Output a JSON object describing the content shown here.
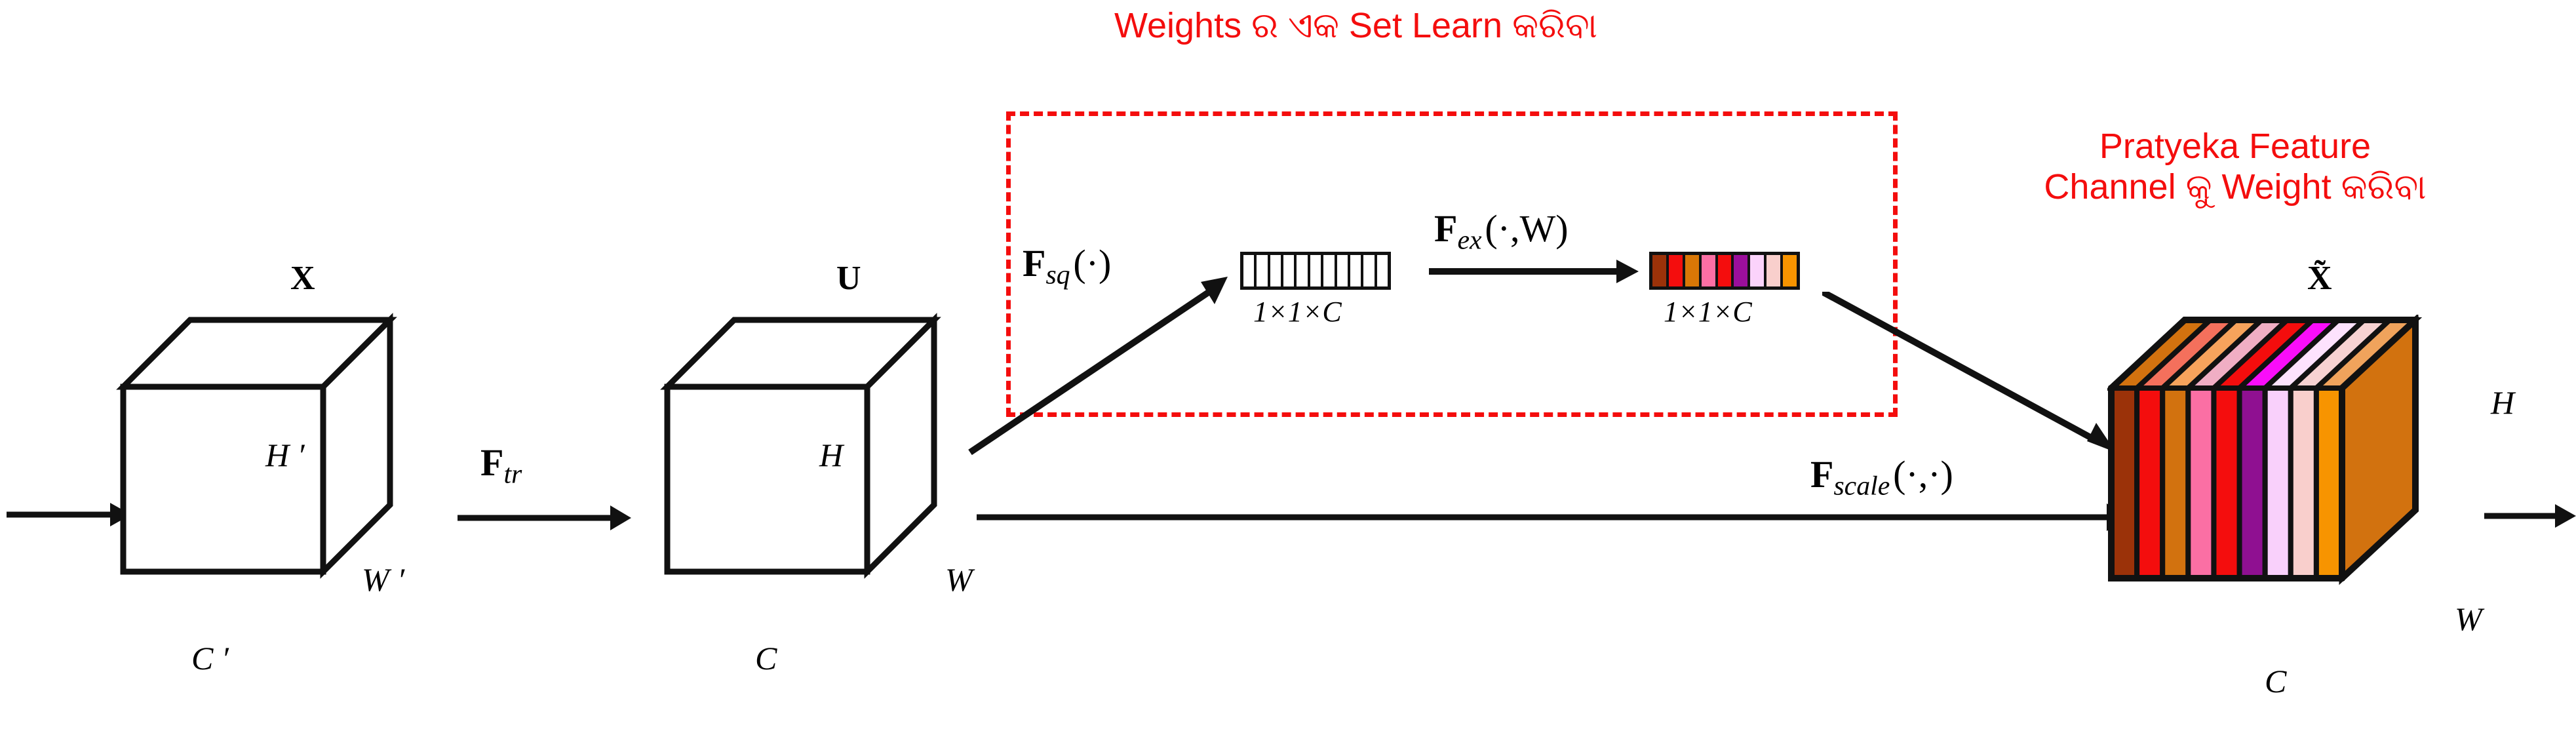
{
  "diagram": {
    "title_annotation_top": "Weights ର ଏକ Set Learn କରିବା",
    "annotation_right_line1": "Pratyeka Feature",
    "annotation_right_line2": "Channel କୁ Weight କରିବା",
    "accent_red": "#f40d0d",
    "stroke_black": "#111111"
  },
  "blocks": {
    "input_cube": {
      "name": "X",
      "height_label": "H ′",
      "width_label": "W ′",
      "channel_label": "C ′"
    },
    "mid_cube": {
      "name": "U",
      "height_label": "H",
      "width_label": "W",
      "channel_label": "C"
    },
    "output_cube": {
      "name": "X̃",
      "height_label": "H",
      "width_label": "W",
      "channel_label": "C"
    }
  },
  "operators": {
    "f_tr": {
      "base": "F",
      "sub": "tr",
      "args": ""
    },
    "f_sq": {
      "base": "F",
      "sub": "sq",
      "args": "(·)"
    },
    "f_ex": {
      "base": "F",
      "sub": "ex",
      "args": "(·,W)"
    },
    "f_scale": {
      "base": "F",
      "sub": "scale",
      "args": "(·,·)"
    }
  },
  "vectors": {
    "squeeze": {
      "dim_label": "1×1×C",
      "cell_count": 11,
      "colors": [
        "#ffffff",
        "#ffffff",
        "#ffffff",
        "#ffffff",
        "#ffffff",
        "#ffffff",
        "#ffffff",
        "#ffffff",
        "#ffffff",
        "#ffffff",
        "#ffffff"
      ]
    },
    "excite": {
      "dim_label": "1×1×C",
      "cell_count": 9,
      "colors": [
        "#9b3209",
        "#f40d0d",
        "#d97706",
        "#fb6fa4",
        "#f40d0d",
        "#9b0f9b",
        "#fbd3fb",
        "#f9cfcc",
        "#f79400"
      ]
    }
  },
  "output_cube_faces": {
    "front_slab_colors": [
      "#9b3209",
      "#f40d0d",
      "#d2720f",
      "#fb6fa4",
      "#f40d0d",
      "#8f1091",
      "#f9d0fb",
      "#f9cfcc",
      "#f79400"
    ],
    "top_stripe_colors": [
      "#d2720f",
      "#f4705c",
      "#f7a35c",
      "#f0aec4",
      "#f40d0d",
      "#f90df9",
      "#fde2fd",
      "#f7d2d2",
      "#f0a35c"
    ],
    "side_face_color": "#d2720f"
  },
  "icons": {
    "arrow_right": "arrow-right-icon",
    "arrow_diagonal_up": "arrow-diagonal-up-icon",
    "arrow_diagonal_down": "arrow-diagonal-down-icon"
  }
}
